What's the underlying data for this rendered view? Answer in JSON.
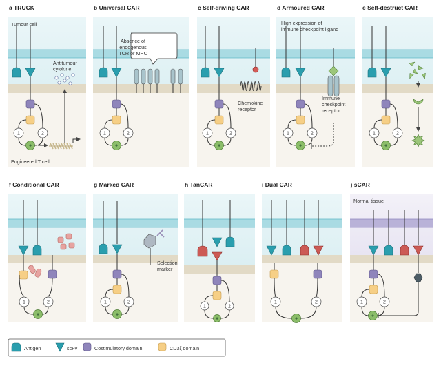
{
  "panels": {
    "a": {
      "letter": "a",
      "title": "TRUCK",
      "top_label": "Tumour cell",
      "cytokine_label": "Antitumour\ncytokine",
      "cell_label": "Engineered T cell"
    },
    "b": {
      "letter": "b",
      "title": "Universal CAR",
      "callout": "Absence of\nendogenous\nTCR or MHC"
    },
    "c": {
      "letter": "c",
      "title": "Self-driving CAR",
      "receptor_label": "Chemokine\nreceptor"
    },
    "d": {
      "letter": "d",
      "title": "Armoured CAR",
      "top_label": "High expression of\nimmune checkpoint ligand",
      "receptor_label": "Immune\ncheckpoint\nreceptor"
    },
    "e": {
      "letter": "e",
      "title": "Self-destruct CAR"
    },
    "f": {
      "letter": "f",
      "title": "Conditional CAR"
    },
    "g": {
      "letter": "g",
      "title": "Marked CAR",
      "marker_label": "Selection\nmarker"
    },
    "h": {
      "letter": "h",
      "title": "TanCAR"
    },
    "i": {
      "letter": "i",
      "title": "Dual CAR"
    },
    "j": {
      "letter": "j",
      "title": "sCAR",
      "top_label": "Normal tissue"
    }
  },
  "signal_labels": {
    "one": "1",
    "two": "2",
    "plus": "+"
  },
  "legend": {
    "antigen": "Antigen",
    "scfv": "scFv",
    "costim": "Costimulatory domain",
    "cd3": "CD3ζ domain"
  },
  "colors": {
    "tumour_top": "#dff0f3",
    "tumour_band": "#a9dbe3",
    "normal_top": "#e9e6f2",
    "normal_band": "#b9b2d8",
    "tcell_band": "#e2dac6",
    "tcell_body": "#f7f4ee",
    "antigen": "#2a9eae",
    "scfv": "#2a9eae",
    "costim": "#8f85bb",
    "cd3": "#f6cf86",
    "signal_green": "#8bbd69",
    "red_antigen": "#cc5a55"
  }
}
